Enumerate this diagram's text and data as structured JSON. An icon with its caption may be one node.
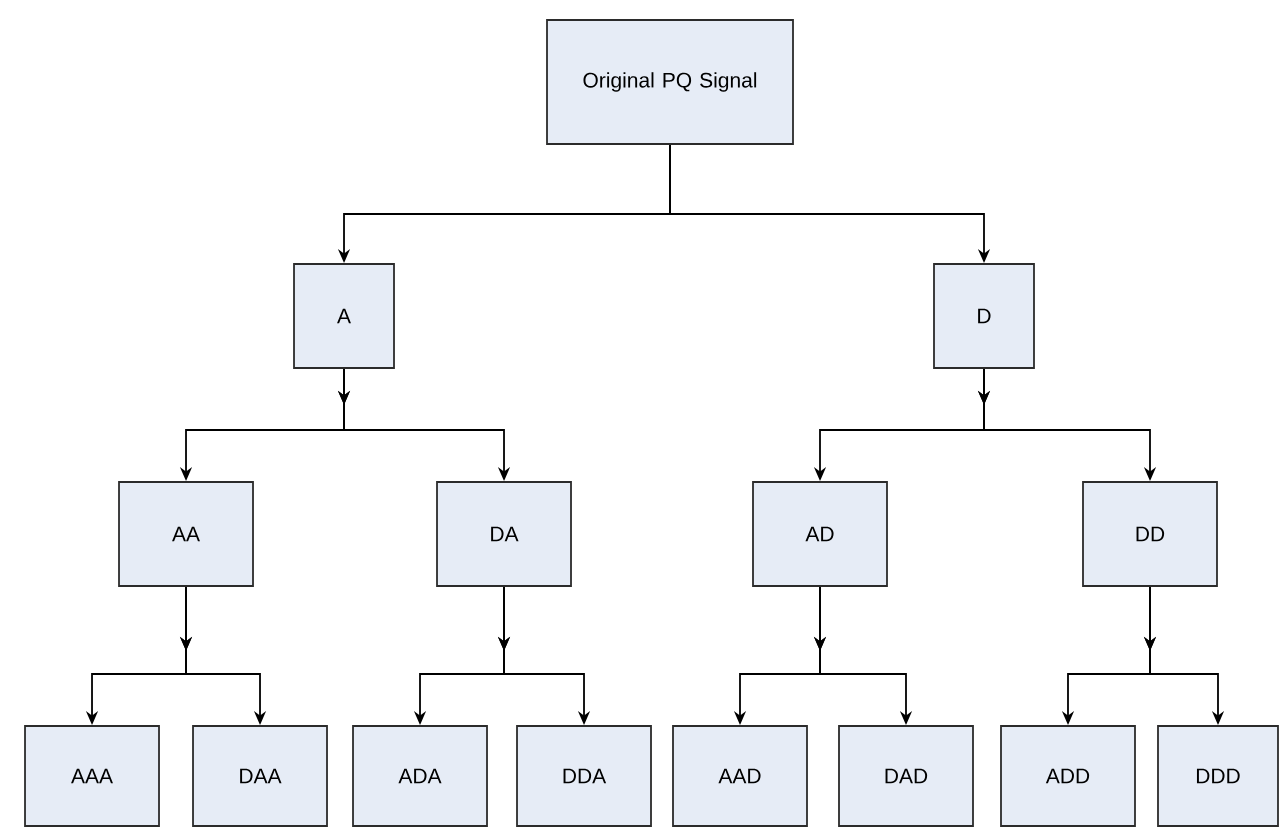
{
  "diagram": {
    "nodes": [
      {
        "text": [
          "Original PQ Signal"
        ]
      },
      {
        "text": [
          "A"
        ]
      },
      {
        "text": [
          "D"
        ]
      },
      {
        "text": [
          "AA"
        ]
      },
      {
        "text": [
          "DA"
        ]
      },
      {
        "text": [
          "AD"
        ]
      },
      {
        "text": [
          "DD"
        ]
      },
      {
        "text": [
          "AAA"
        ]
      },
      {
        "text": [
          "DAA"
        ]
      },
      {
        "text": [
          "ADA"
        ]
      },
      {
        "text": [
          "DDA"
        ]
      },
      {
        "text": [
          "AAD"
        ]
      },
      {
        "text": [
          "DAD"
        ]
      },
      {
        "text": [
          "ADD"
        ]
      },
      {
        "text": [
          "DDD"
        ]
      }
    ],
    "edges": [
      {
        "from": 0,
        "to": 1,
        "arrow": "to"
      },
      {
        "from": 0,
        "to": 2,
        "arrow": "to"
      },
      {
        "from": 1,
        "to": 3,
        "arrow": "to"
      },
      {
        "from": 1,
        "to": 4,
        "arrow": "to"
      },
      {
        "from": 2,
        "to": 5,
        "arrow": "to"
      },
      {
        "from": 2,
        "to": 6,
        "arrow": "to"
      },
      {
        "from": 3,
        "to": 7,
        "arrow": "to"
      },
      {
        "from": 3,
        "to": 8,
        "arrow": "to"
      },
      {
        "from": 4,
        "to": 9,
        "arrow": "to"
      },
      {
        "from": 4,
        "to": 10,
        "arrow": "to"
      },
      {
        "from": 5,
        "to": 11,
        "arrow": "to"
      },
      {
        "from": 5,
        "to": 12,
        "arrow": "to"
      },
      {
        "from": 6,
        "to": 13,
        "arrow": "to"
      },
      {
        "from": 6,
        "to": 14,
        "arrow": "to"
      }
    ]
  }
}
